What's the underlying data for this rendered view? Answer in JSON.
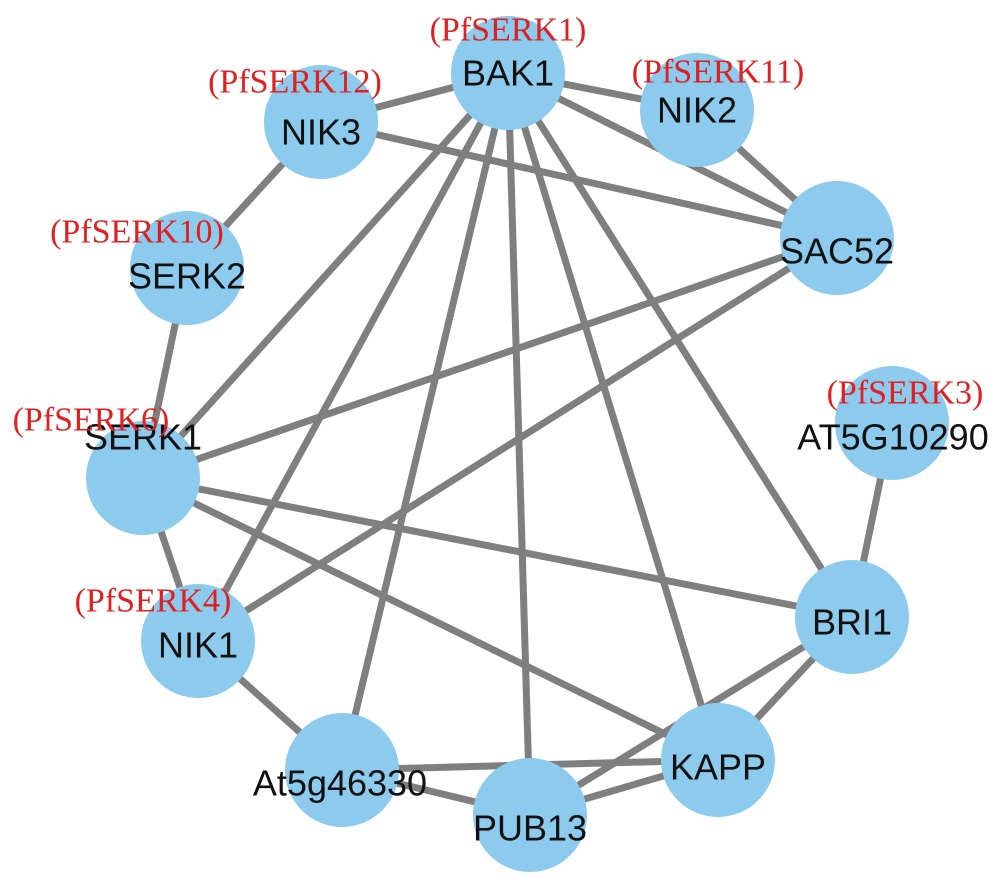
{
  "diagram": {
    "colors": {
      "node_fill": "#8ccbed",
      "edge": "#7f7f7f",
      "node_text": "#111111",
      "alias_text": "#e02020"
    },
    "nodes": [
      {
        "id": "BAK1",
        "label": "BAK1",
        "alias": "(PfSERK1)"
      },
      {
        "id": "NIK2",
        "label": "NIK2",
        "alias": "(PfSERK11)"
      },
      {
        "id": "SAC52",
        "label": "SAC52",
        "alias": ""
      },
      {
        "id": "AT5G10290",
        "label": "AT5G10290",
        "alias": "(PfSERK3)"
      },
      {
        "id": "BRI1",
        "label": "BRI1",
        "alias": ""
      },
      {
        "id": "KAPP",
        "label": "KAPP",
        "alias": ""
      },
      {
        "id": "PUB13",
        "label": "PUB13",
        "alias": ""
      },
      {
        "id": "At5g46330",
        "label": "At5g46330",
        "alias": ""
      },
      {
        "id": "NIK1",
        "label": "NIK1",
        "alias": "(PfSERK4)"
      },
      {
        "id": "SERK1",
        "label": "SERK1",
        "alias": "(PfSERK6)"
      },
      {
        "id": "SERK2",
        "label": "SERK2",
        "alias": "(PfSERK10)"
      },
      {
        "id": "NIK3",
        "label": "NIK3",
        "alias": "(PfSERK12)"
      }
    ],
    "edges": [
      [
        "BAK1",
        "NIK2"
      ],
      [
        "BAK1",
        "NIK3"
      ],
      [
        "BAK1",
        "SAC52"
      ],
      [
        "BAK1",
        "SERK1"
      ],
      [
        "BAK1",
        "NIK1"
      ],
      [
        "BAK1",
        "At5g46330"
      ],
      [
        "BAK1",
        "PUB13"
      ],
      [
        "BAK1",
        "KAPP"
      ],
      [
        "BAK1",
        "BRI1"
      ],
      [
        "NIK2",
        "SAC52"
      ],
      [
        "NIK3",
        "SAC52"
      ],
      [
        "NIK3",
        "SERK2"
      ],
      [
        "SERK2",
        "SERK1"
      ],
      [
        "SERK1",
        "SAC52"
      ],
      [
        "SERK1",
        "NIK1"
      ],
      [
        "SERK1",
        "BRI1"
      ],
      [
        "SERK1",
        "KAPP"
      ],
      [
        "NIK1",
        "SAC52"
      ],
      [
        "NIK1",
        "At5g46330"
      ],
      [
        "At5g46330",
        "KAPP"
      ],
      [
        "At5g46330",
        "PUB13"
      ],
      [
        "PUB13",
        "KAPP"
      ],
      [
        "PUB13",
        "BRI1"
      ],
      [
        "KAPP",
        "BRI1"
      ],
      [
        "BRI1",
        "AT5G10290"
      ]
    ]
  }
}
